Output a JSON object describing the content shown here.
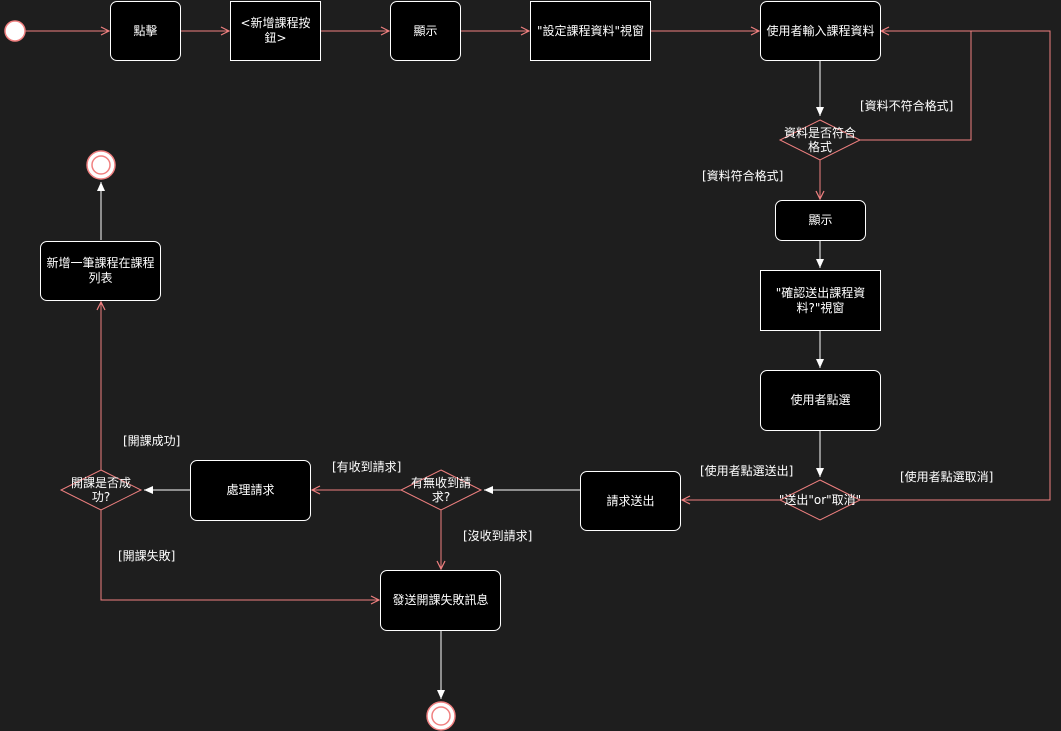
{
  "nodes": {
    "click": "點擊",
    "add_course_button": "<新增課程按鈕>",
    "show_1": "顯示",
    "set_course_window": "\"設定課程資料\"視窗",
    "user_input_course": "使用者輸入課程資料",
    "show_2": "顯示",
    "confirm_window": "\"確認送出課程資料?\"視窗",
    "user_click": "使用者點選",
    "send_request": "請求送出",
    "process_request": "處理請求",
    "add_course_list": "新增一筆課程在課程列表",
    "send_fail_message": "發送開課失敗訊息"
  },
  "decisions": {
    "format_check": "資料是否符合格式",
    "send_or_cancel": "\"送出\"or\"取消\"",
    "received_check": "有無收到請求?",
    "success_check": "開課是否成功?"
  },
  "guards": {
    "format_invalid": "[資料不符合格式]",
    "format_valid": "[資料符合格式]",
    "user_send": "[使用者點選送出]",
    "user_cancel": "[使用者點選取消]",
    "received": "[有收到請求]",
    "not_received": "[沒收到請求]",
    "success": "[開課成功]",
    "fail": "[開課失敗]"
  },
  "colors": {
    "background": "#1e1e1e",
    "node_fill": "#000000",
    "node_border": "#ffffff",
    "flow_line": "#f08080",
    "control_line": "#ffffff",
    "text": "#ffffff"
  }
}
